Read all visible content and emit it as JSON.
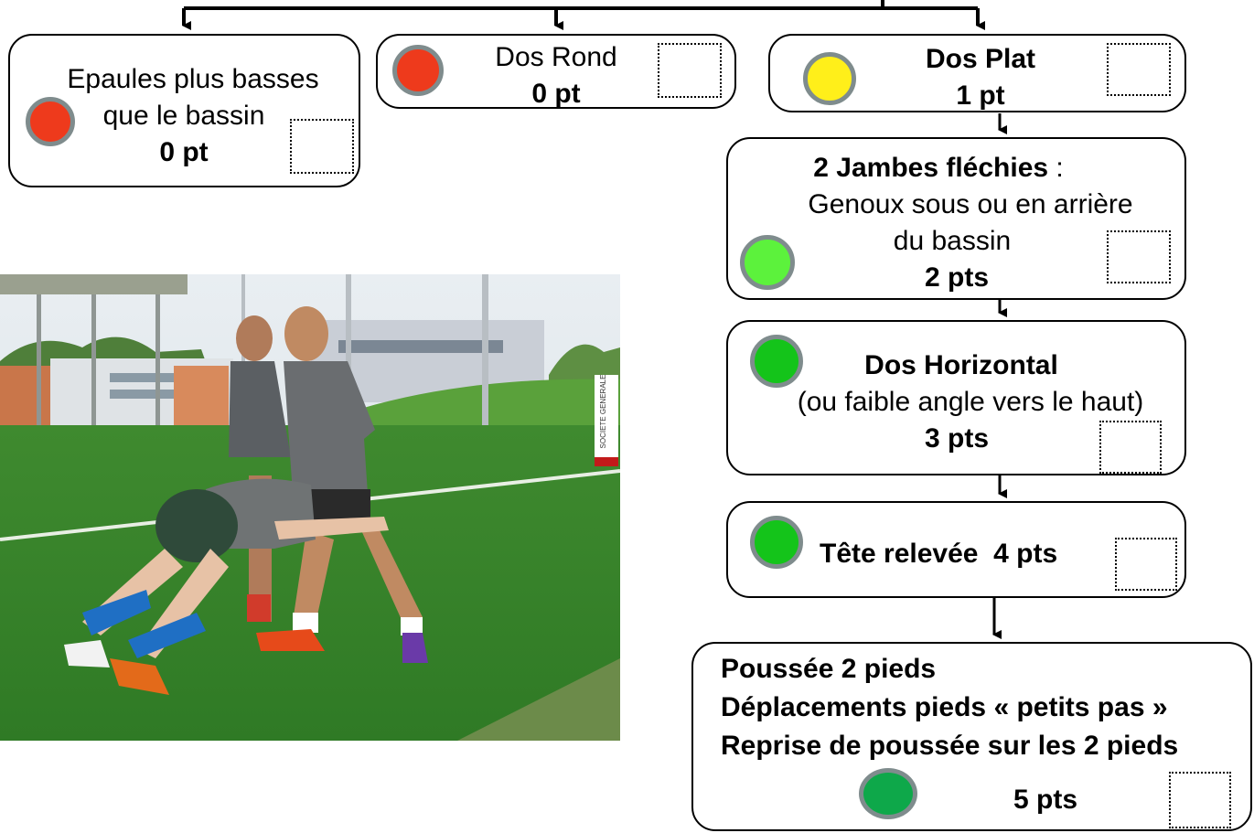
{
  "branches": {
    "shoulders_low": {
      "line1": "Epaules plus basses",
      "line2": "que le bassin",
      "points": "0 pt",
      "indicator_color": "#ee3a1c"
    },
    "round_back": {
      "title": "Dos Rond",
      "points": "0 pt",
      "indicator_color": "#ee3a1c"
    },
    "flat_back": {
      "title": "Dos Plat",
      "points": "1 pt",
      "indicator_color": "#ffef1a"
    }
  },
  "steps": {
    "bent_legs": {
      "title": "2 Jambes fléchies",
      "suffix": " :",
      "line2": "Genoux sous ou en arrière",
      "line3": "du bassin",
      "points": "2 pts",
      "indicator_color": "#5cf23c"
    },
    "horizontal_back": {
      "title": "Dos Horizontal",
      "line2": "(ou faible angle vers le haut)",
      "points": "3 pts",
      "indicator_color": "#14c41a"
    },
    "head_up": {
      "title": "Tête relevée",
      "points": "4 pts",
      "indicator_color": "#14c41a"
    },
    "push": {
      "line1": "Poussée 2 pieds",
      "line2": "Déplacements pieds « petits pas »",
      "line3": "Reprise de poussée sur les 2 pieds",
      "points": "5 pts",
      "indicator_color": "#0ea84a"
    }
  },
  "photo": {
    "sign_text": "SOCIETE GENERALE"
  }
}
